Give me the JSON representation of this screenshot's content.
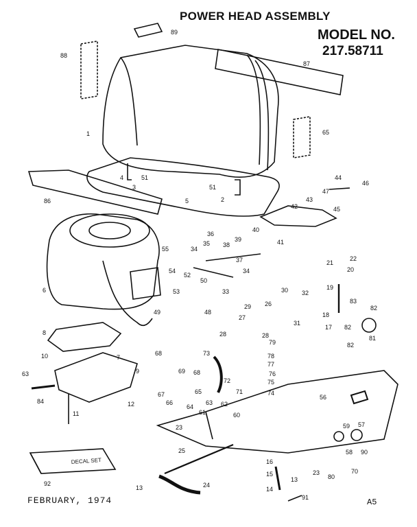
{
  "header": {
    "title": "POWER HEAD ASSEMBLY",
    "model_label": "MODEL NO.",
    "model_value": "217.58711"
  },
  "footer": {
    "date": "FEBRUARY, 1974",
    "page_code": "A5"
  },
  "decal_set_label": "DECAL SET",
  "part_numbers": [
    "89",
    "88",
    "87",
    "1",
    "65",
    "86",
    "3",
    "4",
    "5",
    "51",
    "2",
    "44",
    "46",
    "47",
    "43",
    "42",
    "45",
    "40",
    "41",
    "39",
    "36",
    "38",
    "37",
    "35",
    "34",
    "55",
    "54",
    "52",
    "53",
    "50",
    "49",
    "48",
    "33",
    "6",
    "21",
    "22",
    "20",
    "19",
    "18",
    "17",
    "83",
    "82",
    "81",
    "32",
    "30",
    "31",
    "26",
    "29",
    "27",
    "28",
    "79",
    "78",
    "77",
    "76",
    "75",
    "74",
    "73",
    "72",
    "71",
    "70",
    "69",
    "68",
    "67",
    "66",
    "65",
    "64",
    "63",
    "62",
    "61",
    "60",
    "8",
    "7",
    "10",
    "9",
    "63",
    "84",
    "12",
    "11",
    "92",
    "25",
    "24",
    "23",
    "14",
    "15",
    "16",
    "13",
    "91",
    "80",
    "58",
    "59",
    "57",
    "90",
    "56"
  ]
}
